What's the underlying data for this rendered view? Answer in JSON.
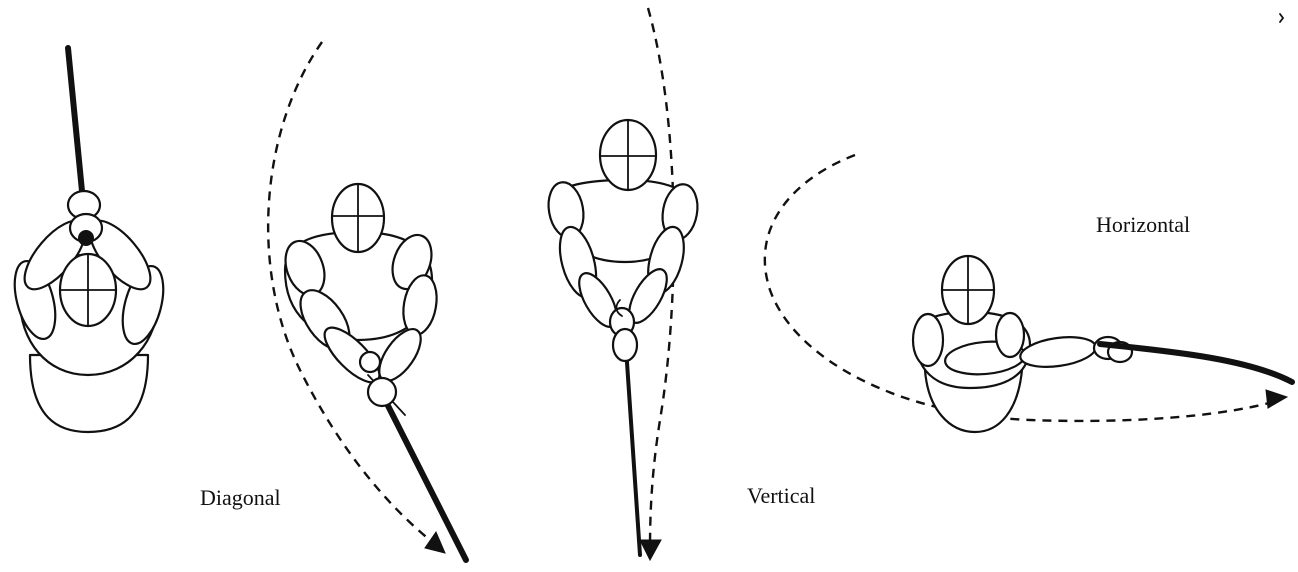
{
  "figure": {
    "labels": {
      "diagonal": "Diagonal",
      "vertical": "Vertical",
      "horizontal": "Horizontal"
    },
    "colors": {
      "ink": "#111111",
      "background": "#ffffff"
    }
  }
}
